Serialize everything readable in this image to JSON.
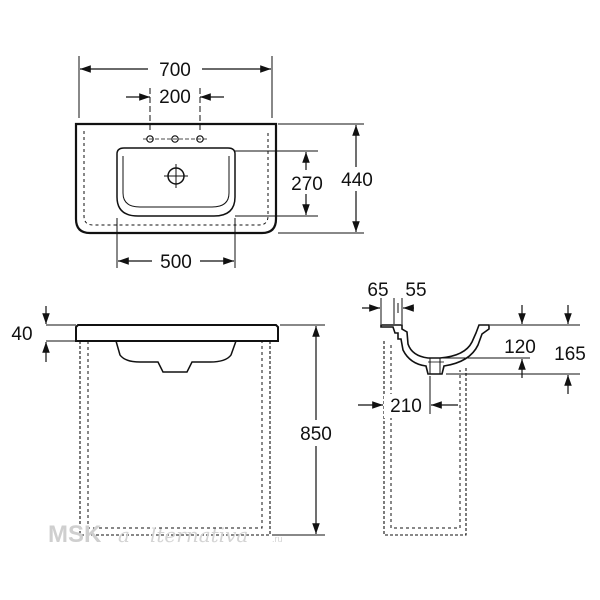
{
  "dimensions": {
    "top_view": {
      "width_total": "700",
      "tap_spacing": "200",
      "bowl_width": "500",
      "bowl_depth": "270",
      "depth_total": "440"
    },
    "front_view": {
      "rim_thickness": "40",
      "height_to_floor": "850"
    },
    "side_view": {
      "rim_offset": "65",
      "tap_offset": "55",
      "bowl_height": "120",
      "total_height": "165",
      "drain_offset": "210"
    }
  },
  "watermark": {
    "brand_text": "MSK",
    "script_letter": "a",
    "script_text": "lternativa",
    "suffix": ".ru"
  },
  "colors": {
    "line": "#111111",
    "watermark": "#cfcfcf"
  }
}
